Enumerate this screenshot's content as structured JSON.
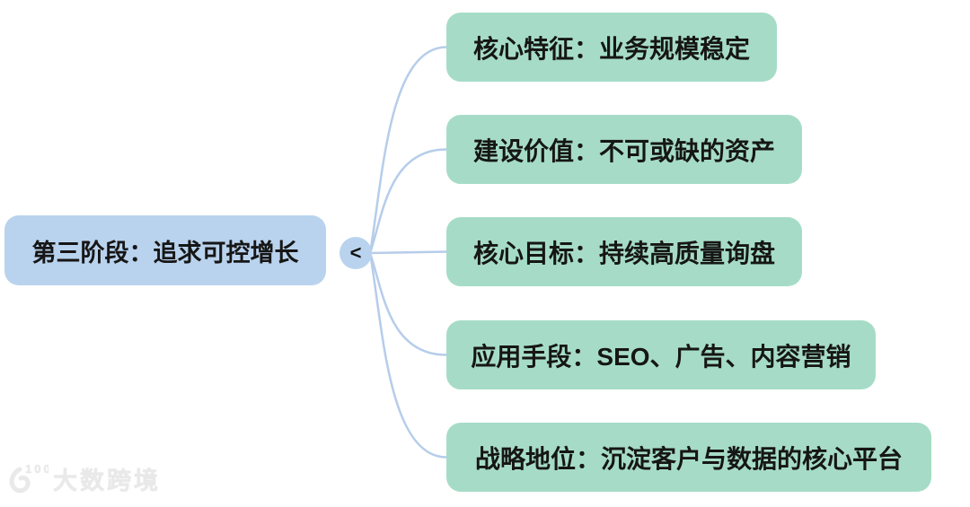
{
  "root": {
    "label": "第三阶段：追求可控增长"
  },
  "collapse": {
    "glyph": "<"
  },
  "branches": [
    {
      "label": "核心特征：业务规模稳定"
    },
    {
      "label": "建设价值：不可或缺的资产"
    },
    {
      "label": "核心目标：持续高质量询盘"
    },
    {
      "label": "应用手段：SEO、广告、内容营销"
    },
    {
      "label": "战略地位：沉淀客户与数据的核心平台"
    }
  ],
  "watermark": {
    "logo_text": "100",
    "brand": "大数跨境"
  },
  "colors": {
    "root_fill": "#b9d3ee",
    "branch_fill": "#a6dcc7",
    "line": "#b6cdea",
    "text": "#161616",
    "watermark": "#e9e9e9"
  }
}
